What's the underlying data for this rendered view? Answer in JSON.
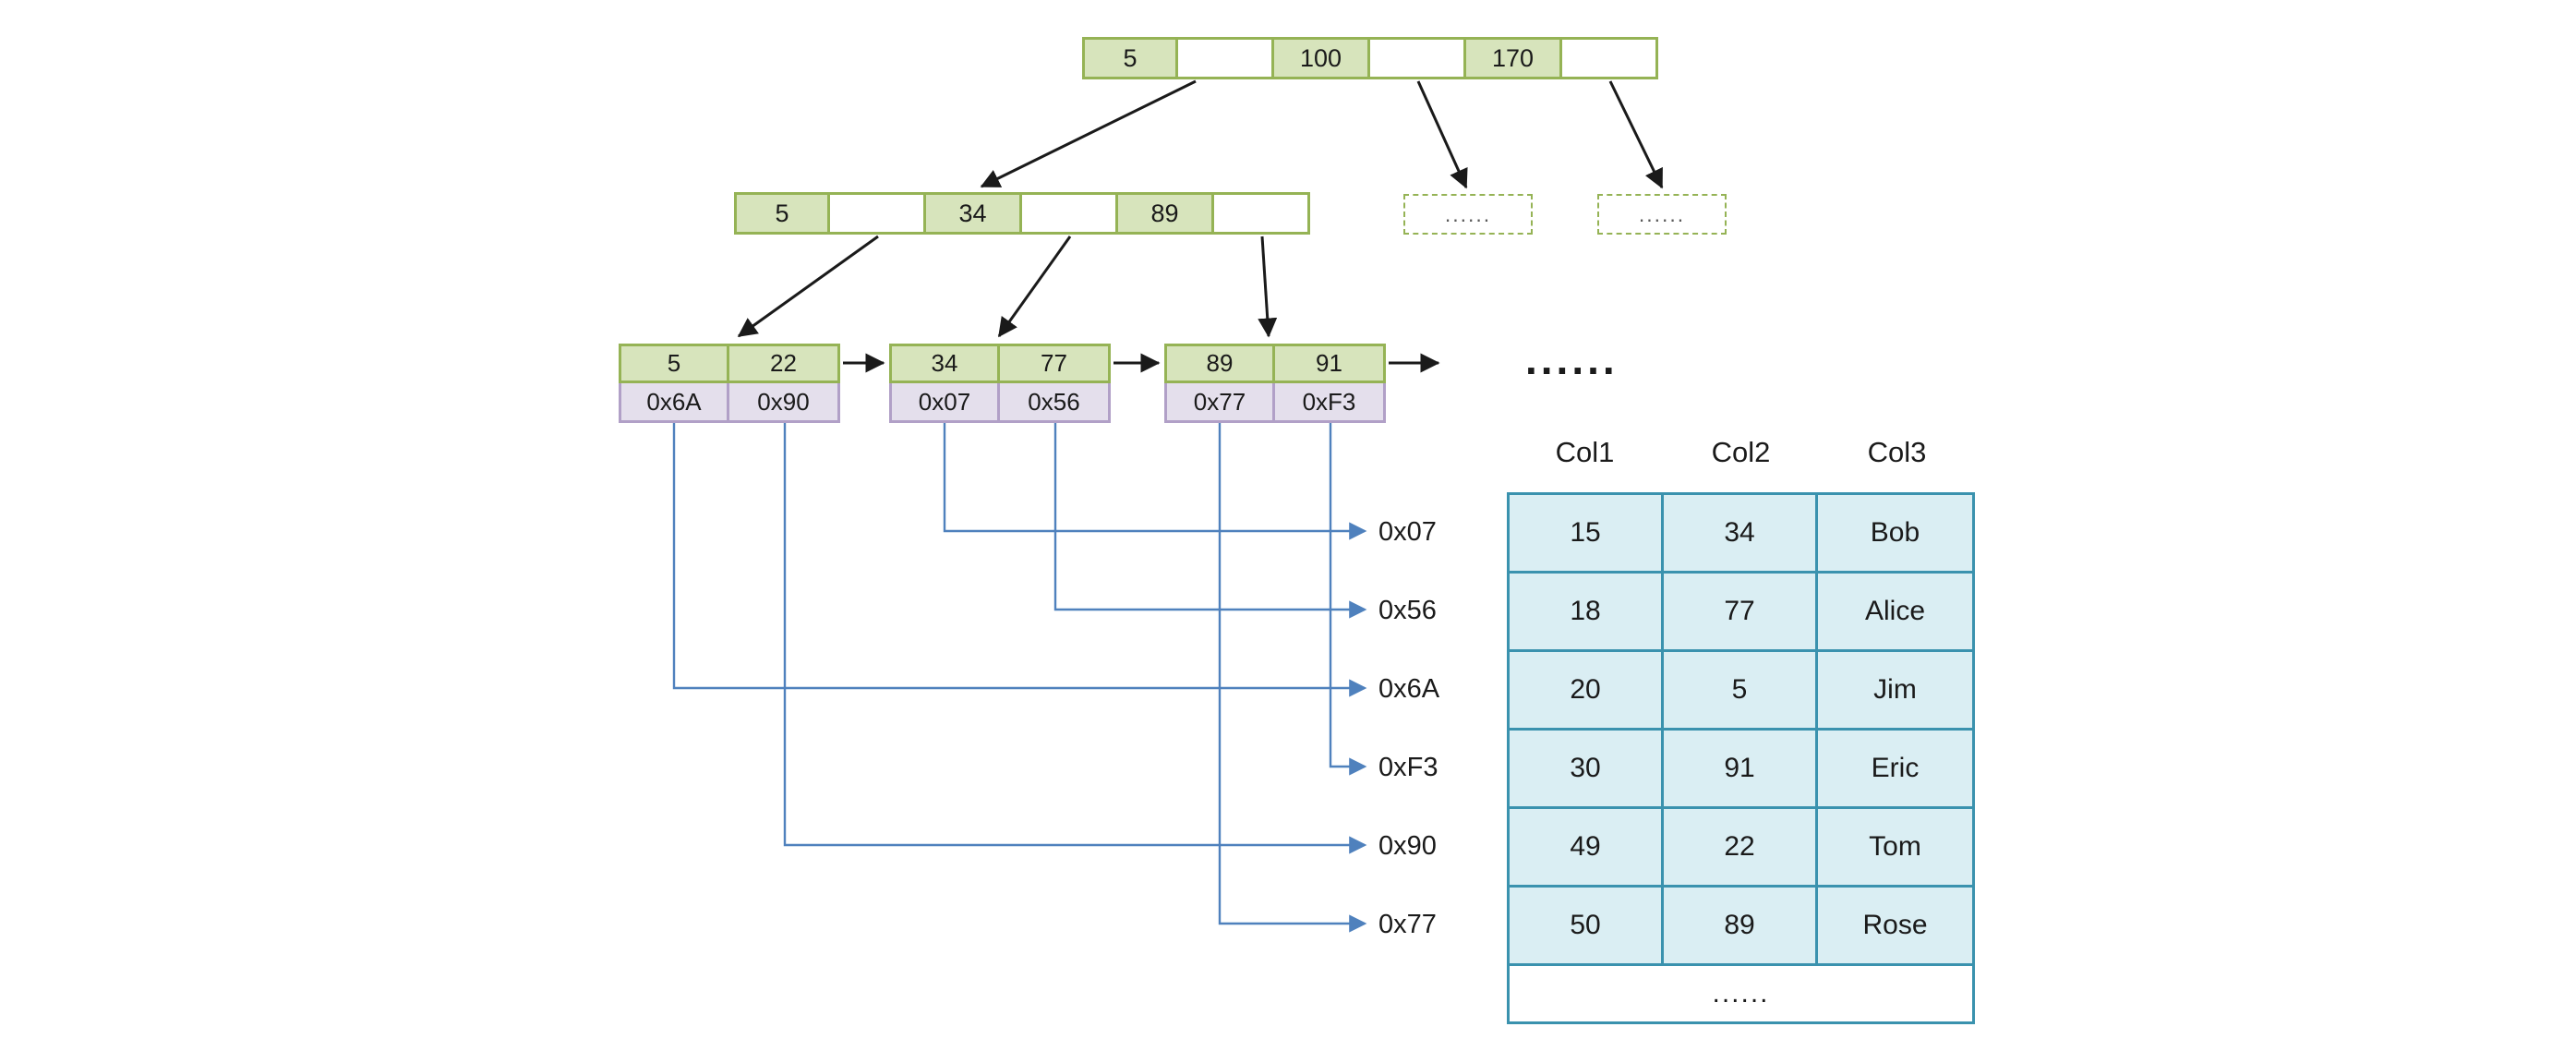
{
  "diagram": {
    "root_node": {
      "cells": [
        "5",
        "",
        "100",
        "",
        "170",
        ""
      ]
    },
    "internal_node": {
      "cells": [
        "5",
        "",
        "34",
        "",
        "89",
        ""
      ]
    },
    "dashed_nodes": [
      {
        "label": "......"
      },
      {
        "label": "......"
      }
    ],
    "leaf_nodes": [
      {
        "keys": [
          "5",
          "22"
        ],
        "pointers": [
          "0x6A",
          "0x90"
        ]
      },
      {
        "keys": [
          "34",
          "77"
        ],
        "pointers": [
          "0x07",
          "0x56"
        ]
      },
      {
        "keys": [
          "89",
          "91"
        ],
        "pointers": [
          "0x77",
          "0xF3"
        ]
      }
    ],
    "more_leaves_ellipsis": "......",
    "address_labels": [
      "0x07",
      "0x56",
      "0x6A",
      "0xF3",
      "0x90",
      "0x77"
    ],
    "table": {
      "headers": [
        "Col1",
        "Col2",
        "Col3"
      ],
      "rows": [
        [
          "15",
          "34",
          "Bob"
        ],
        [
          "18",
          "77",
          "Alice"
        ],
        [
          "20",
          "5",
          "Jim"
        ],
        [
          "30",
          "91",
          "Eric"
        ],
        [
          "49",
          "22",
          "Tom"
        ],
        [
          "50",
          "89",
          "Rose"
        ]
      ],
      "ellipsis_row": "......"
    },
    "colors": {
      "node_fill": "#d7e4bc",
      "node_border": "#95b355",
      "pointer_cell_fill": "#ffffff",
      "address_fill": "#e4dfec",
      "address_border": "#b1a0c7",
      "table_fill": "#daeef3",
      "table_border": "#3a92ae",
      "link_blue": "#4f81bd",
      "edge_black": "#1a1a1a"
    }
  }
}
